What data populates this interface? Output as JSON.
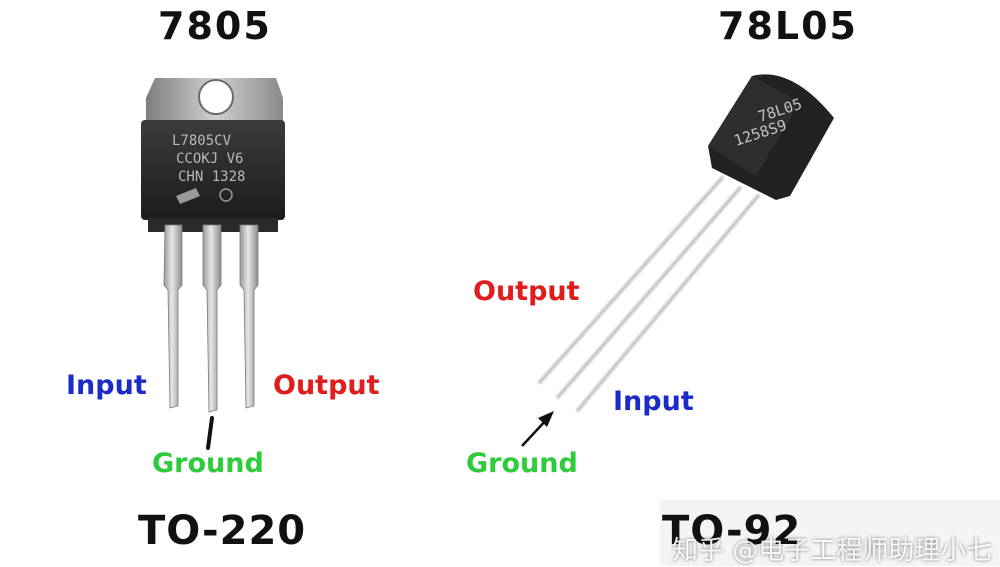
{
  "left": {
    "title": "7805",
    "package": "TO-220",
    "chip_markings": [
      "L7805CV",
      "CCOKJ V6",
      "CHN 1328"
    ],
    "pins": {
      "input": "Input",
      "ground": "Ground",
      "output": "Output"
    }
  },
  "right": {
    "title": "78L05",
    "package": "TO-92",
    "chip_markings": [
      "78L05",
      "1258S9"
    ],
    "pins": {
      "output": "Output",
      "ground": "Ground",
      "input": "Input"
    }
  },
  "colors": {
    "input": "#1c2cc8",
    "output": "#e01c1c",
    "ground": "#2ecb3a"
  },
  "watermark": "知乎 @电子工程师助理小七"
}
